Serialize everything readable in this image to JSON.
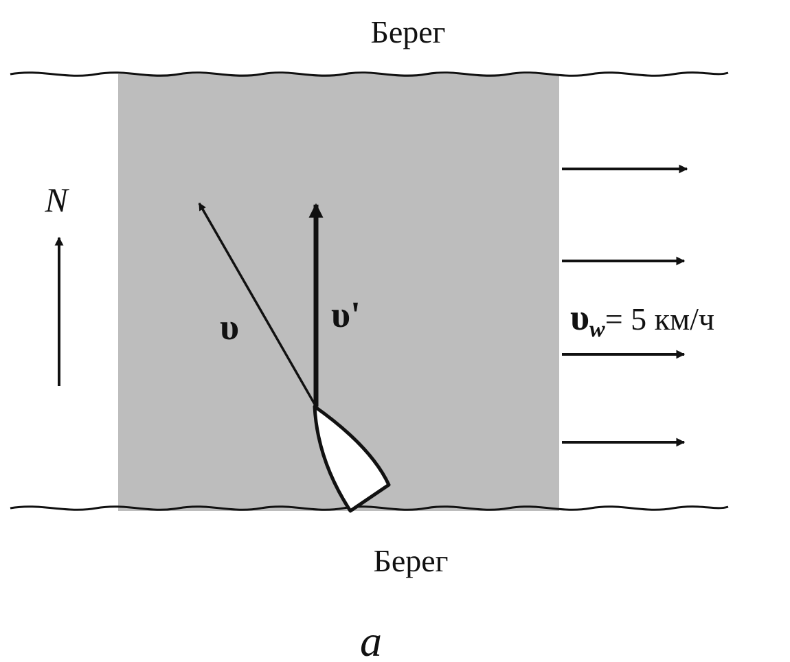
{
  "shore_top": "Берег",
  "shore_bottom": "Берег",
  "north": "N",
  "boat_velocity": "υ",
  "relative_velocity": "υ'",
  "water_velocity": {
    "symbol": "υ",
    "subscript": "w",
    "value": "= 5 км/ч"
  },
  "figure_label": "a",
  "colors": {
    "river": "#bdbdbd",
    "ink": "#111111",
    "boat": "#ffffff"
  }
}
